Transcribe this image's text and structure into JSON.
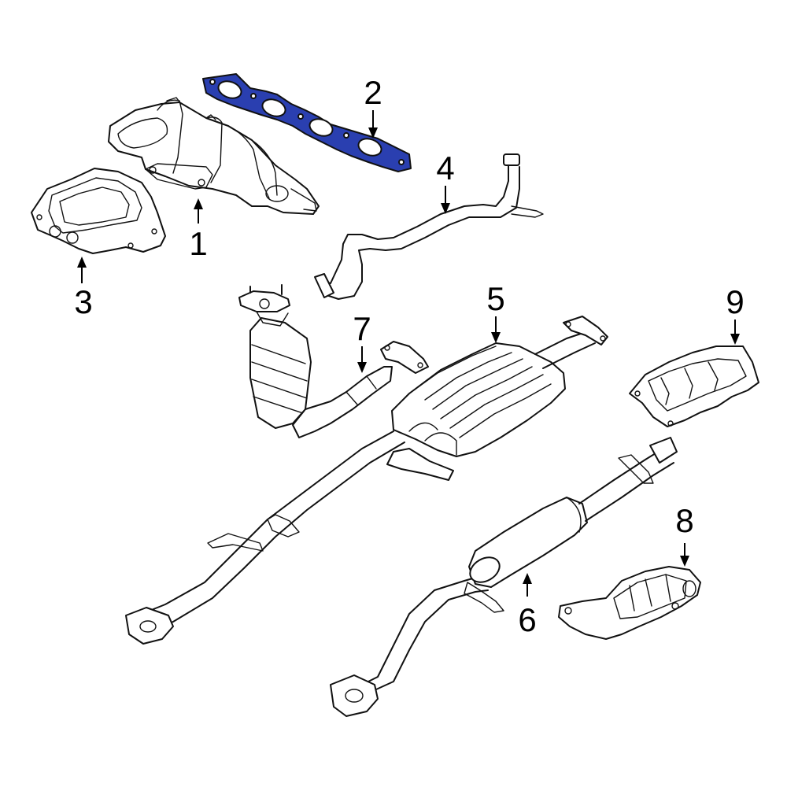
{
  "highlight_color": "#2a3fb0",
  "line_color": "#111111",
  "callouts": [
    {
      "number": "1",
      "part": "exhaust-manifold"
    },
    {
      "number": "2",
      "part": "manifold-gasket"
    },
    {
      "number": "3",
      "part": "heat-shield-manifold"
    },
    {
      "number": "4",
      "part": "egr-tube"
    },
    {
      "number": "5",
      "part": "muffler"
    },
    {
      "number": "6",
      "part": "resonator-pipe"
    },
    {
      "number": "7",
      "part": "catalytic-converter"
    },
    {
      "number": "8",
      "part": "heat-shield-converter"
    },
    {
      "number": "9",
      "part": "heat-shield"
    }
  ]
}
